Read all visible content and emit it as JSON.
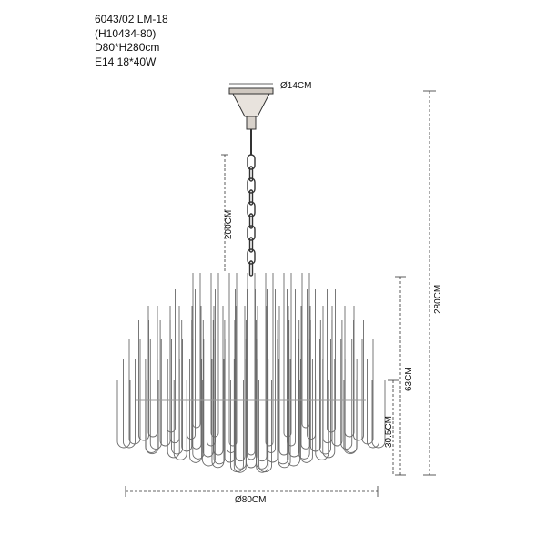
{
  "spec": {
    "line1": "6043/02 LM-18",
    "line2": "(H10434-80)",
    "line3": "D80*H280cm",
    "line4": "E14 18*40W"
  },
  "dimensions": {
    "canopy_diameter": "Ø14CM",
    "chain_length": "200CM",
    "total_height": "280CM",
    "body_height": "63CM",
    "lower_height": "30.5CM",
    "body_diameter": "Ø80CM"
  },
  "colors": {
    "line": "#333333",
    "tube": "#6a6a6a",
    "metal": "#9a8b7a"
  }
}
